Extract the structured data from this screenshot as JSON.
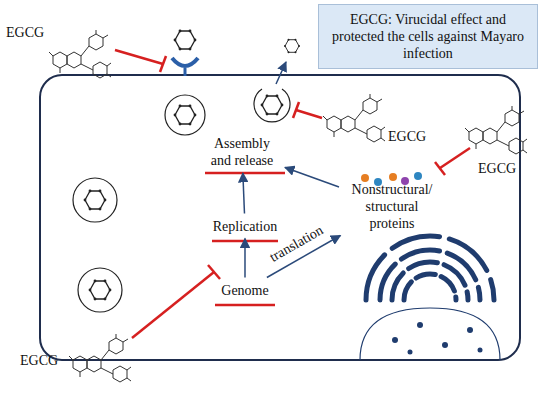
{
  "diagram": {
    "nodes": [
      {
        "text": [
          "EGCG: Virucidal effect and protected the cells against Mayaro infection"
        ]
      },
      {
        "text": [
          "Assembly and release"
        ]
      },
      {
        "text": [
          "Replication"
        ]
      },
      {
        "text": [
          "Genome"
        ]
      },
      {
        "text": [
          "Nonstructural/ structural proteins"
        ]
      }
    ],
    "edges": [
      {
        "from": 3,
        "to": 2,
        "arrow": "to"
      },
      {
        "from": 2,
        "to": 1,
        "arrow": "to"
      },
      {
        "from": 3,
        "to": 4,
        "label": "translation",
        "arrow": "to"
      },
      {
        "from": 4,
        "to": 1,
        "arrow": "to"
      }
    ],
    "labels": [
      "EGCG",
      "EGCG",
      "EGCG",
      "EGCG"
    ]
  }
}
